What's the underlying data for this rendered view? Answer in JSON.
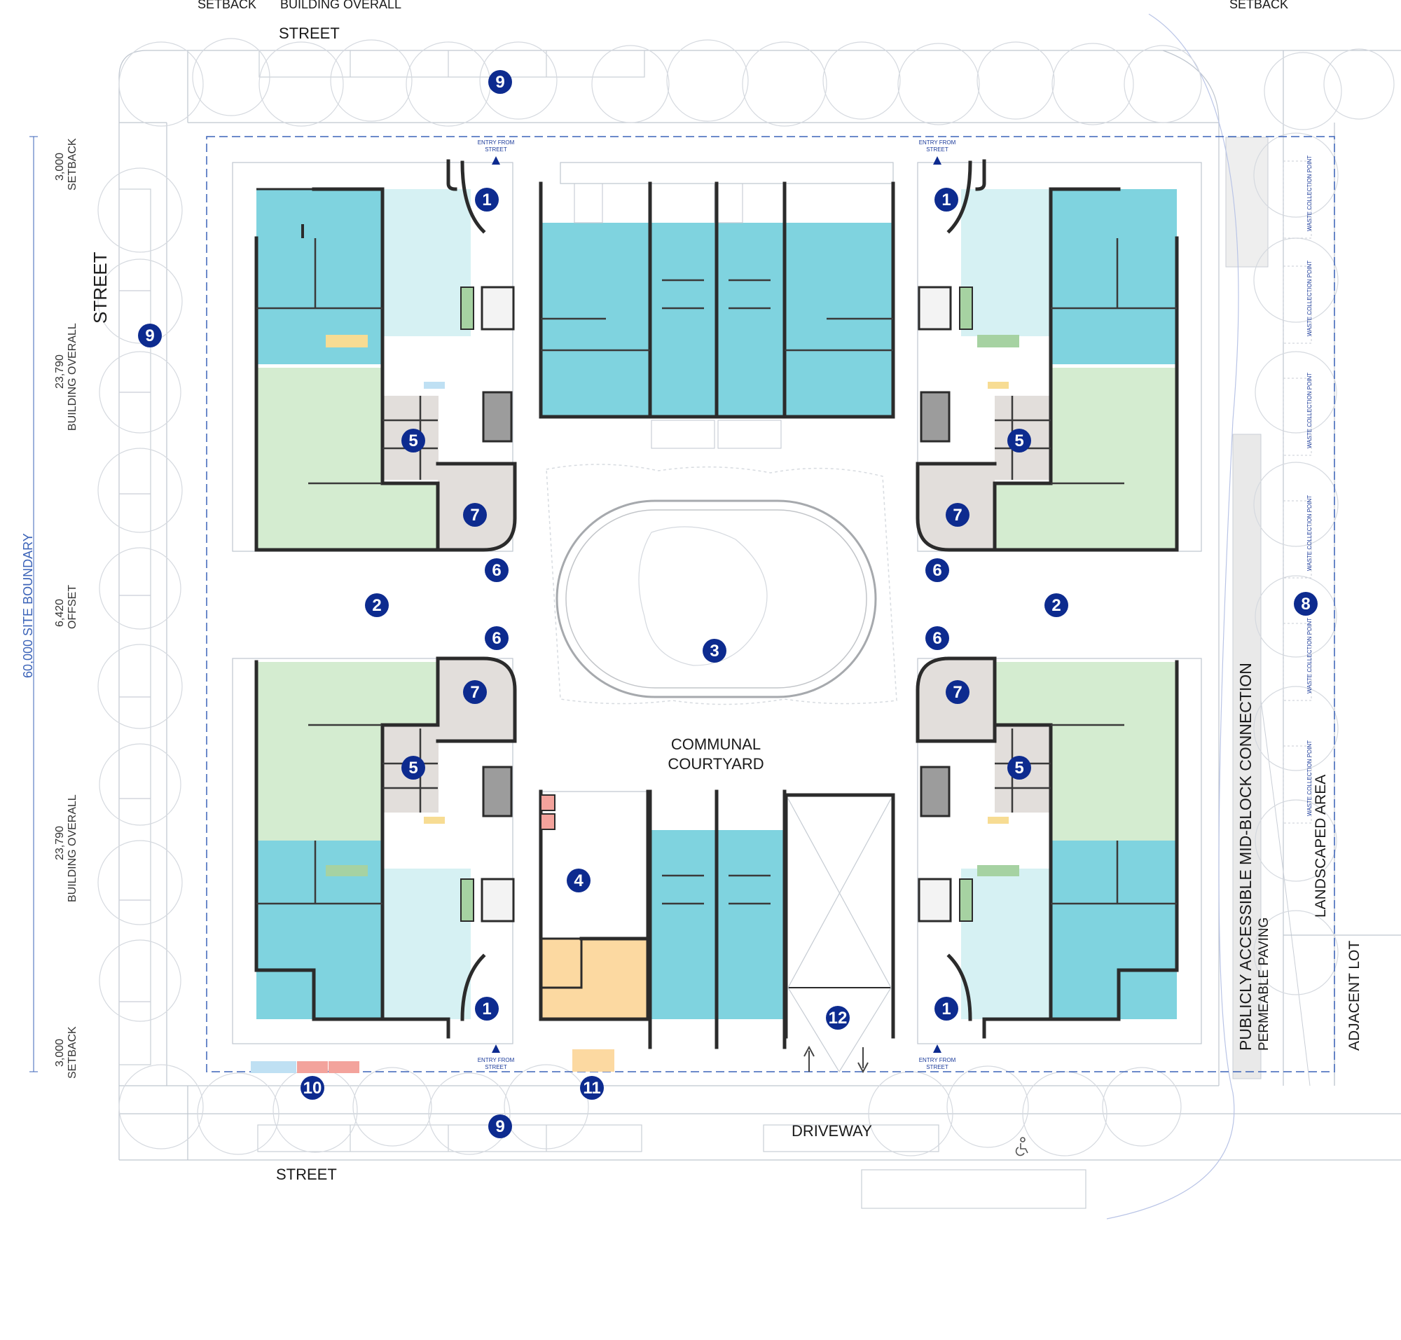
{
  "colors": {
    "unit_cyan": "#7fd3df",
    "unit_light_cyan": "#d6f1f3",
    "unit_green": "#d4ecd0",
    "amenity_grey": "#e2dedb",
    "service_orange": "#fcd9a1",
    "bin_red": "#f3a39c",
    "bin_blue": "#bfe0f3",
    "marker_navy": "#0d2b8f",
    "boundary_blue": "#3b63b8"
  },
  "top_edge_labels": {
    "setback_left": "SETBACK",
    "building_overall": "BUILDING OVERALL",
    "setback_right": "SETBACK"
  },
  "streets": {
    "top": "STREET",
    "left": "STREET",
    "bottom": "STREET",
    "driveway": "DRIVEWAY"
  },
  "site_labels": {
    "courtyard_line1": "COMMUNAL",
    "courtyard_line2": "COURTYARD",
    "mid_block_line1": "PUBLICLY ACCESSIBLE MID-BLOCK CONNECTION",
    "mid_block_line2": "PERMEABLE PAVING",
    "landscaped": "LANDSCAPED AREA",
    "adjacent": "ADJACENT LOT",
    "entry_line1": "ENTRY FROM",
    "entry_line2": "STREET",
    "waste": "WASTE COLLECTION POINT"
  },
  "dimensions": {
    "site_boundary": "60,000 SITE BOUNDARY",
    "top_setback_value": "3,000",
    "top_setback_label": "SETBACK",
    "upper_building_value": "23,790",
    "upper_building_label": "BUILDING OVERALL",
    "offset_value": "6,420",
    "offset_label": "OFFSET",
    "lower_building_value": "23,790",
    "lower_building_label": "BUILDING OVERALL",
    "bottom_setback_value": "3,000",
    "bottom_setback_label": "SETBACK"
  },
  "markers": [
    "1",
    "1",
    "1",
    "1",
    "2",
    "2",
    "3",
    "4",
    "5",
    "5",
    "5",
    "5",
    "6",
    "6",
    "6",
    "6",
    "7",
    "7",
    "7",
    "7",
    "8",
    "9",
    "9",
    "9",
    "10",
    "11",
    "12"
  ]
}
